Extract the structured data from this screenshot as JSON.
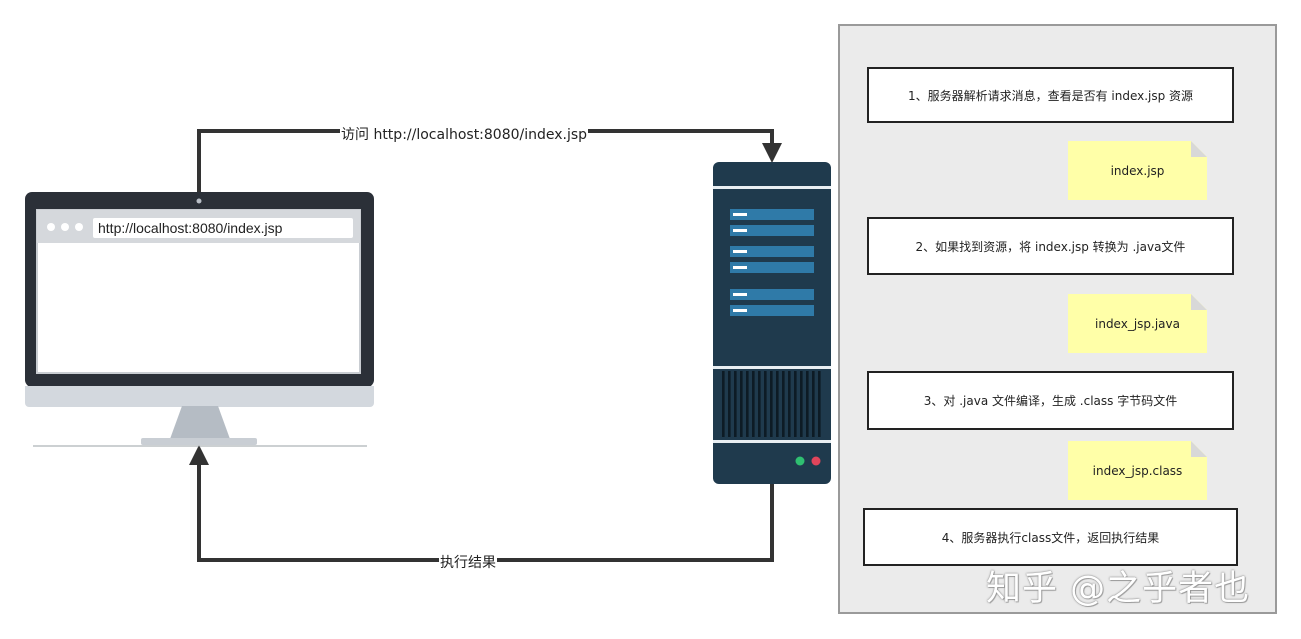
{
  "edges": {
    "request_label": "访问 http://localhost:8080/index.jsp",
    "response_label": "执行结果"
  },
  "browser": {
    "url": "http://localhost:8080/index.jsp"
  },
  "steps": [
    "1、服务器解析请求消息，查看是否有 index.jsp 资源",
    "2、如果找到资源，将 index.jsp 转换为 .java文件",
    "3、对 .java 文件编译，生成 .class 字节码文件",
    "4、服务器执行class文件，返回执行结果"
  ],
  "notes": [
    "index.jsp",
    "index_jsp.java",
    "index_jsp.class"
  ],
  "watermark": "知乎 @之乎者也",
  "colors": {
    "monitor_bezel": "#2b3038",
    "server_body": "#1f3a4d",
    "server_stripe": "#2f7aa8",
    "note_fill": "#ffffa8",
    "panel_fill": "#ebebeb"
  }
}
